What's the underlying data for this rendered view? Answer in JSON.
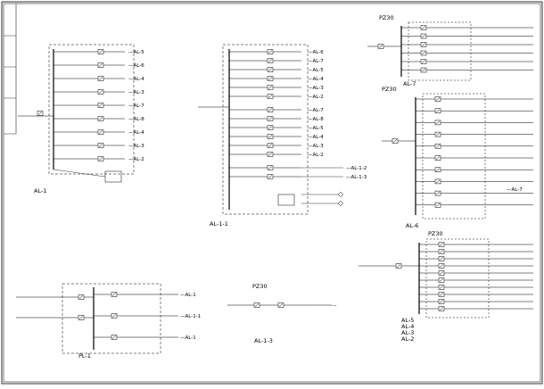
{
  "watermark": {
    "text": ""
  },
  "title_block": {
    "title": ""
  },
  "placeholder_text": "",
  "panels": {
    "al1": {
      "header": "",
      "caption": "AL-1",
      "sheet": "",
      "outgoing": [
        "AL-5",
        "AL-6",
        "AL-4",
        "AL-3",
        "AL-7",
        "AL-8",
        "AL-4",
        "AL-3",
        "AL-2"
      ]
    },
    "al11": {
      "header": "",
      "caption": "AL-1-1",
      "sheet": "",
      "outgoing": [
        "AL-6",
        "AL-7",
        "AL-5",
        "AL-4",
        "AL-3",
        "AL-2",
        "AL-7",
        "AL-8",
        "AL-5",
        "AL-4",
        "AL-3",
        "AL-2",
        "AL-1-2",
        "AL-1-3"
      ]
    },
    "jk": {
      "header": ""
    },
    "pl1": {
      "caption": "PL-1",
      "sheet": "",
      "outgoing": [
        "AL-1",
        "AL-1-1",
        "AL-1"
      ]
    },
    "al13": {
      "header": "PZ30",
      "caption": "AL-1-3",
      "sheet": ""
    },
    "al7": {
      "header": "PZ30",
      "caption": "AL-7",
      "rows": 6
    },
    "al6": {
      "header": "PZ30",
      "caption": "AL-6",
      "sheet": "",
      "rows": 10,
      "out": "AL-7"
    },
    "al5": {
      "header": "PZ30",
      "captions": [
        "AL-5",
        "AL-4",
        "AL-3",
        "AL-2"
      ],
      "sheet": "",
      "rows": 10
    }
  }
}
